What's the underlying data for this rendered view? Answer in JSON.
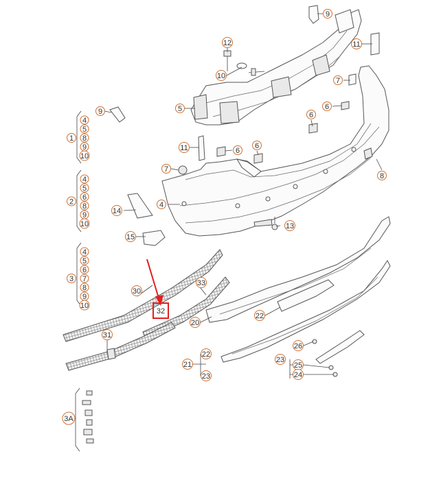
{
  "callouts": [
    {
      "id": "c9a",
      "label": "9"
    },
    {
      "id": "c11a",
      "label": "11"
    },
    {
      "id": "c12",
      "label": "12"
    },
    {
      "id": "c10a",
      "label": "10"
    },
    {
      "id": "c7a",
      "label": "7"
    },
    {
      "id": "c5",
      "label": "5"
    },
    {
      "id": "c9b",
      "label": "9"
    },
    {
      "id": "c6a",
      "label": "6"
    },
    {
      "id": "c6b",
      "label": "6"
    },
    {
      "id": "c11b",
      "label": "11"
    },
    {
      "id": "c6c",
      "label": "6"
    },
    {
      "id": "c6d",
      "label": "6"
    },
    {
      "id": "c7b",
      "label": "7"
    },
    {
      "id": "c8",
      "label": "8"
    },
    {
      "id": "c4",
      "label": "4"
    },
    {
      "id": "c14",
      "label": "14"
    },
    {
      "id": "c15",
      "label": "15"
    },
    {
      "id": "c13",
      "label": "13"
    },
    {
      "id": "c30",
      "label": "30"
    },
    {
      "id": "c33",
      "label": "33"
    },
    {
      "id": "c32",
      "label": "32"
    },
    {
      "id": "c31",
      "label": "31"
    },
    {
      "id": "c20",
      "label": "20"
    },
    {
      "id": "c22a",
      "label": "22"
    },
    {
      "id": "c26",
      "label": "26"
    },
    {
      "id": "c23a",
      "label": "23"
    },
    {
      "id": "c25",
      "label": "25"
    },
    {
      "id": "c24",
      "label": "24"
    },
    {
      "id": "c21",
      "label": "21"
    },
    {
      "id": "c22b",
      "label": "22"
    },
    {
      "id": "c23b",
      "label": "23"
    }
  ],
  "groups": [
    {
      "id": "g1",
      "label": "1",
      "items": [
        "4",
        "5",
        "8",
        "9",
        "10"
      ]
    },
    {
      "id": "g2",
      "label": "2",
      "items": [
        "4",
        "5",
        "6",
        "8",
        "9",
        "10"
      ]
    },
    {
      "id": "g3",
      "label": "3",
      "items": [
        "4",
        "5",
        "6",
        "7",
        "8",
        "9",
        "10"
      ]
    },
    {
      "id": "g3a",
      "label": "3A",
      "items": []
    }
  ],
  "highlight": {
    "label": "32",
    "color": "#e02020"
  },
  "colors": {
    "callout_stroke": "#d07030",
    "line": "#555555",
    "highlight": "#e02020"
  }
}
